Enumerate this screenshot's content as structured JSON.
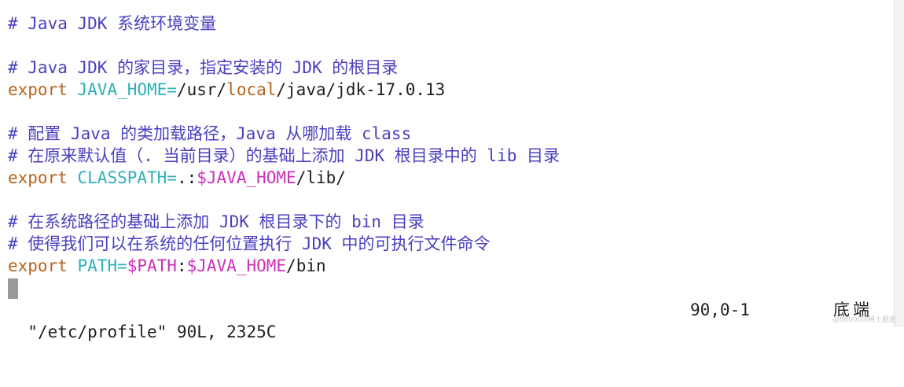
{
  "colors": {
    "comment": "#4a3fc0",
    "keyword": "#b5651d",
    "variable": "#2fb0b8",
    "reference": "#cc2fb8",
    "text": "#1f1f1f",
    "cursor": "#9a9a9a"
  },
  "editor": {
    "line1": {
      "comment": "# Java JDK 系统环境变量"
    },
    "line3": {
      "comment": "# Java JDK 的家目录，指定安装的 JDK 的根目录"
    },
    "line4": {
      "kw": "export",
      "var": "JAVA_HOME=",
      "p1": "/usr/",
      "local": "local",
      "p2": "/java/jdk-17.0.13"
    },
    "line6": {
      "comment": "# 配置 Java 的类加载路径，Java 从哪加载 class"
    },
    "line7": {
      "comment": "# 在原来默认值（. 当前目录）的基础上添加 JDK 根目录中的 lib 目录"
    },
    "line8": {
      "kw": "export",
      "var": "CLASSPATH=",
      "p1": ".:",
      "ref": "$JAVA_HOME",
      "p2": "/lib/"
    },
    "line10": {
      "comment": "# 在系统路径的基础上添加 JDK 根目录下的 bin 目录"
    },
    "line11": {
      "comment": "# 使得我们可以在系统的任何位置执行 JDK 中的可执行文件命令"
    },
    "line12": {
      "kw": "export",
      "var": "PATH=",
      "ref1": "$PATH",
      "p1": ":",
      "ref2": "$JAVA_HOME",
      "p2": "/bin"
    }
  },
  "status": {
    "file": "\"/etc/profile\" 90L, 2325C",
    "position": "90,0-1",
    "scroll": "底端"
  },
  "watermark": "@00000lll稀土掘金"
}
